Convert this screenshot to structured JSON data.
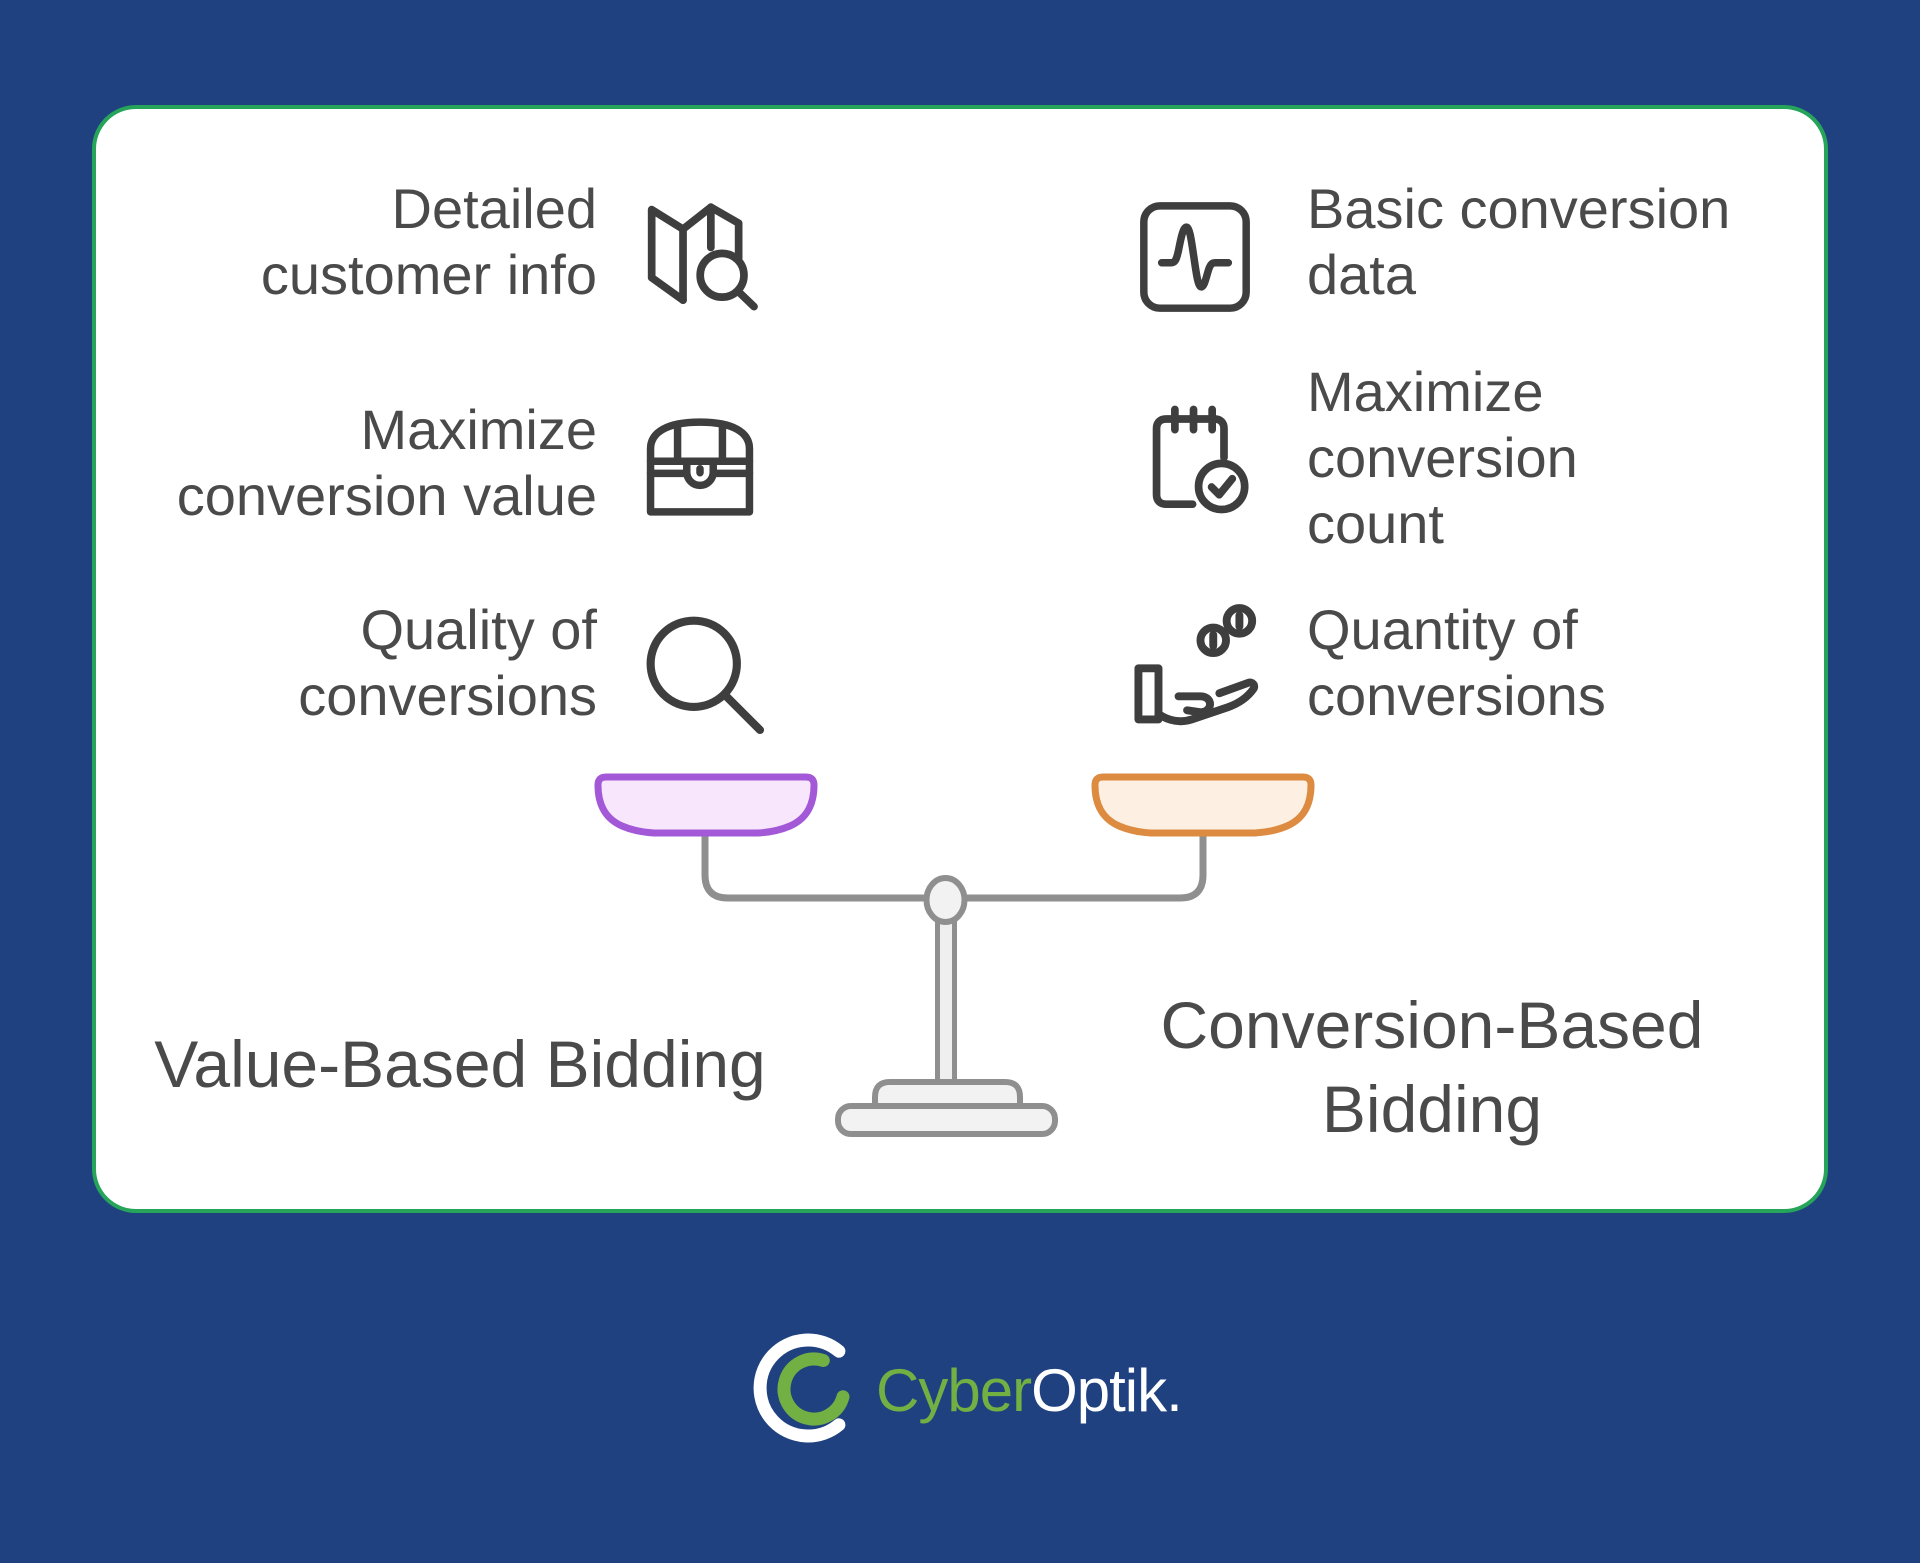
{
  "card": {
    "left_column": {
      "items": [
        {
          "icon": "map-search-icon",
          "lines": [
            "Detailed",
            "customer info"
          ]
        },
        {
          "icon": "treasure-chest-icon",
          "lines": [
            "Maximize",
            "conversion value"
          ]
        },
        {
          "icon": "search-icon",
          "lines": [
            "Quality of",
            "conversions"
          ]
        }
      ],
      "title": "Value-Based Bidding"
    },
    "right_column": {
      "items": [
        {
          "icon": "activity-monitor-icon",
          "lines": [
            "Basic conversion",
            "data"
          ]
        },
        {
          "icon": "notepad-check-icon",
          "lines": [
            "Maximize",
            "conversion",
            "count"
          ]
        },
        {
          "icon": "hand-coins-icon",
          "lines": [
            "Quantity of",
            "conversions"
          ]
        }
      ],
      "title_lines": [
        "Conversion-Based",
        "Bidding"
      ]
    }
  },
  "scale": {
    "left_pan_stroke": "#a358d7",
    "left_pan_fill": "#f8e7fc",
    "right_pan_stroke": "#dd8b41",
    "right_pan_fill": "#fdf0e2",
    "frame_stroke": "#8f8f8f",
    "frame_fill": "#f2f2f2"
  },
  "logo": {
    "brand_green": "Cyber",
    "brand_white": "Optik."
  },
  "colors": {
    "background": "#1f4180",
    "card_border": "#25a45a",
    "card_background": "#ffffff",
    "text": "#4a4a4a",
    "icon_stroke": "#3e3e3e",
    "logo_green": "#72b043",
    "logo_white": "#ffffff"
  }
}
